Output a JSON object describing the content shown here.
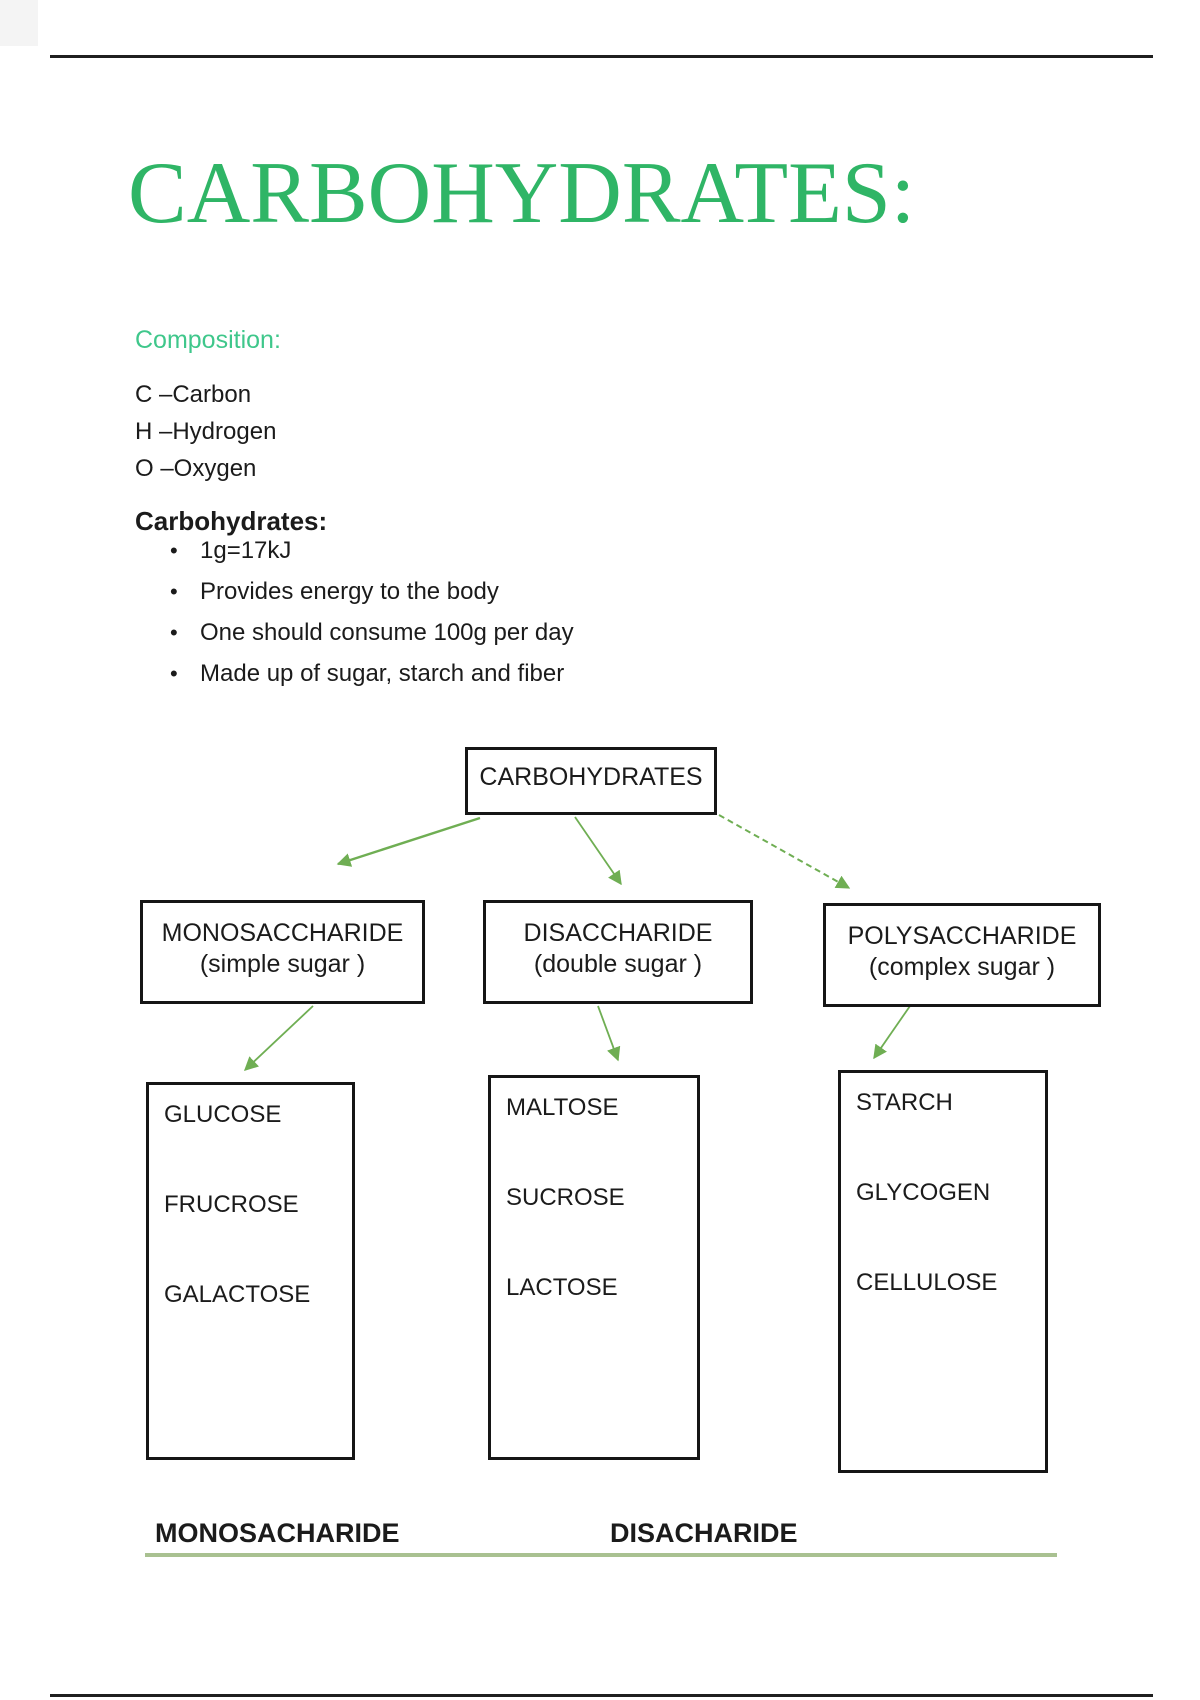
{
  "document": {
    "title": "CARBOHYDRATES:",
    "composition": {
      "heading": "Composition:",
      "items": [
        "C –Carbon",
        "H –Hydrogen",
        "O –Oxygen"
      ]
    },
    "overview": {
      "heading": "Carbohydrates:",
      "bullet_glyph": "•",
      "bullets": [
        "1g=17kJ",
        "Provides energy to the body",
        "One should consume 100g per day",
        "Made up of sugar, starch and fiber"
      ]
    },
    "diagram": {
      "root": "CARBOHYDRATES",
      "branches": [
        {
          "title": "MONOSACCHARIDE",
          "subtitle": "(simple sugar )",
          "members": [
            "GLUCOSE",
            "FRUCROSE",
            "GALACTOSE"
          ]
        },
        {
          "title": "DISACCHARIDE",
          "subtitle": "(double sugar )",
          "members": [
            "MALTOSE",
            "SUCROSE",
            "LACTOSE"
          ]
        },
        {
          "title": "POLYSACCHARIDE",
          "subtitle": "(complex sugar )",
          "members": [
            "STARCH",
            "GLYCOGEN",
            "CELLULOSE"
          ]
        }
      ]
    },
    "footer": {
      "labels": [
        "MONOSACHARIDE",
        "DISACHARIDE"
      ]
    },
    "colors": {
      "title_green": "#2fb566",
      "heading_green": "#3fc78b",
      "arrow_green": "#6fae53",
      "underline_sage": "#a9c191",
      "text": "#1b1b1b",
      "rule": "#1f1f1f"
    }
  }
}
